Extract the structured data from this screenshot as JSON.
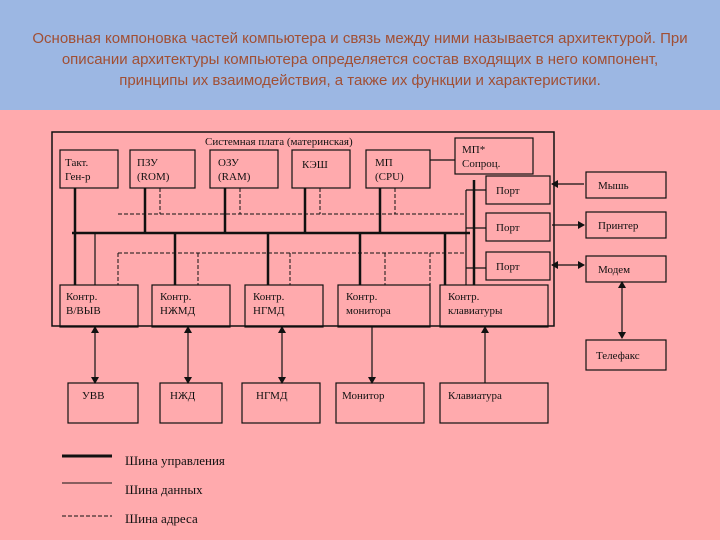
{
  "caption": "Основная компоновка частей компьютера и связь между ними называется архитектурой. При описании архитектуры компьютера определяется состав входящих в него компонент, принципы их взаимодействия, а также их функции и характеристики.",
  "board_title": "Системная плата (материнская)",
  "blocks": {
    "clock": [
      "Такт.",
      "Ген-р"
    ],
    "rom": [
      "ПЗУ",
      "(ROM)"
    ],
    "ram": [
      "ОЗУ",
      "(RAM)"
    ],
    "cache": [
      "КЭШ"
    ],
    "cpu": [
      "МП",
      "(CPU)"
    ],
    "coproc": [
      "МП*",
      "Сопроц."
    ],
    "port1": [
      "Порт"
    ],
    "port2": [
      "Порт"
    ],
    "port3": [
      "Порт"
    ],
    "ctrl_io": [
      "Контр.",
      "В/ВЫВ"
    ],
    "ctrl_fdd": [
      "Контр.",
      "НЖМД"
    ],
    "ctrl_hdd": [
      "Контр.",
      "НГМД"
    ],
    "ctrl_mon": [
      "Контр.",
      "монитора"
    ],
    "ctrl_kbd": [
      "Контр.",
      "клавиатуры"
    ]
  },
  "devices": {
    "mouse": "Мышь",
    "printer": "Принтер",
    "modem": "Модем",
    "telefax": "Телефакс",
    "io_dev": "УВВ",
    "fdd": "НЖД",
    "hdd": "НГМД",
    "monitor": "Монитор",
    "keyboard": "Клавиатура"
  },
  "legend": {
    "control": "Шина управления",
    "data": "Шина данных",
    "address": "Шина адреса"
  }
}
